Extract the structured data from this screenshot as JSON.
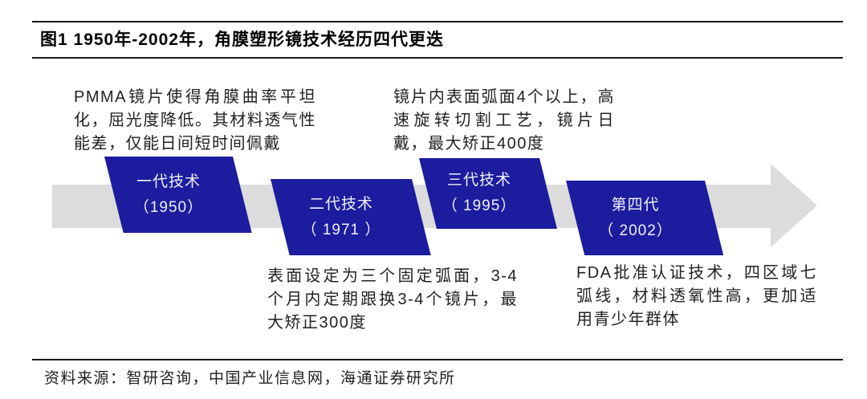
{
  "figure": {
    "title": "图1 1950年-2002年，角膜塑形镜技术经历四代更迭",
    "source": "资料来源：智研咨询，中国产业信息网，海通证券研究所"
  },
  "timeline": {
    "direction": "left-to-right",
    "stages": [
      {
        "name": "一代技术",
        "year": "（1950）",
        "note": "PMMA镜片使得角膜曲率平坦化，屈光度降低。其材料透气性能差，仅能日间短时间佩戴",
        "note_position": "top"
      },
      {
        "name": "二代技术",
        "year": "（ 1971 ）",
        "note": "表面设定为三个固定弧面，3-4个月内定期跟换3-4个镜片，最大矫正300度",
        "note_position": "bottom"
      },
      {
        "name": "三代技术",
        "year": "（ 1995）",
        "note": "镜片内表面弧面4个以上，高速旋转切割工艺，镜片日戴，最大矫正400度",
        "note_position": "top"
      },
      {
        "name": "第四代",
        "year": "（ 2002）",
        "note": "FDA批准认证技术，四区域七弧线，材料透氧性高，更加适用青少年群体",
        "note_position": "bottom"
      }
    ]
  },
  "colors": {
    "stage_fill": "#1c1c9e",
    "stage_text": "#f0f0f8",
    "arrow_fill": "#dcdcdc",
    "rule": "#1a1a1a",
    "body_text": "#222222"
  }
}
